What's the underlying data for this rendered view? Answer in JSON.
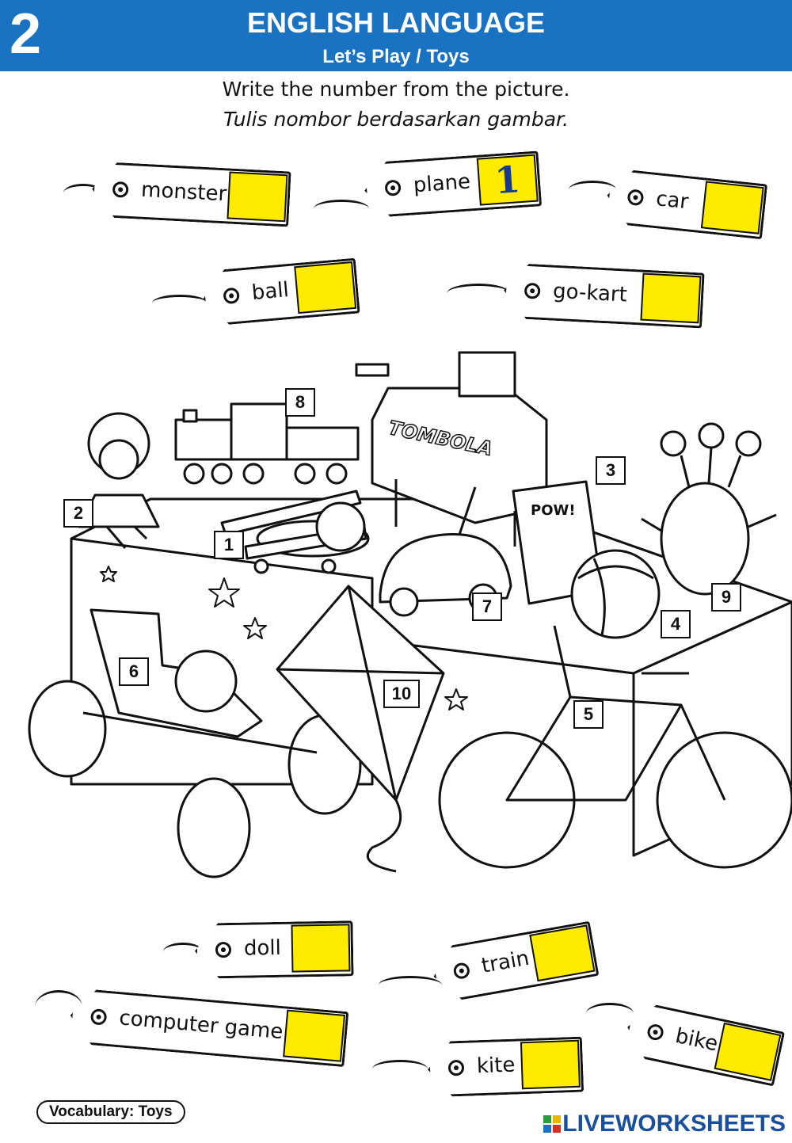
{
  "header": {
    "unit_number": "2",
    "title": "ENGLISH LANGUAGE",
    "subtitle": "Let’s Play / Toys"
  },
  "instructions": {
    "english": "Write the number from the picture.",
    "malay": "Tulis nombor berdasarkan gambar."
  },
  "tags": [
    {
      "label": "monster",
      "answer": ""
    },
    {
      "label": "plane",
      "answer": "1"
    },
    {
      "label": "car",
      "answer": ""
    },
    {
      "label": "ball",
      "answer": ""
    },
    {
      "label": "go-kart",
      "answer": ""
    },
    {
      "label": "doll",
      "answer": ""
    },
    {
      "label": "train",
      "answer": ""
    },
    {
      "label": "computer game",
      "answer": ""
    },
    {
      "label": "bike",
      "answer": ""
    },
    {
      "label": "kite",
      "answer": ""
    }
  ],
  "picture": {
    "numbers": [
      "1",
      "2",
      "3",
      "4",
      "5",
      "6",
      "7",
      "8",
      "9",
      "10"
    ],
    "tombola_text": "TOMBOLA",
    "poster_text": "POW!"
  },
  "footer": {
    "vocabulary": "Vocabulary: Toys",
    "brand": "LIVEWORKSHEETS"
  },
  "colors": {
    "header_blue": "#1a73c2",
    "answer_yellow": "#ffeb00",
    "answer_text": "#183a8a"
  }
}
